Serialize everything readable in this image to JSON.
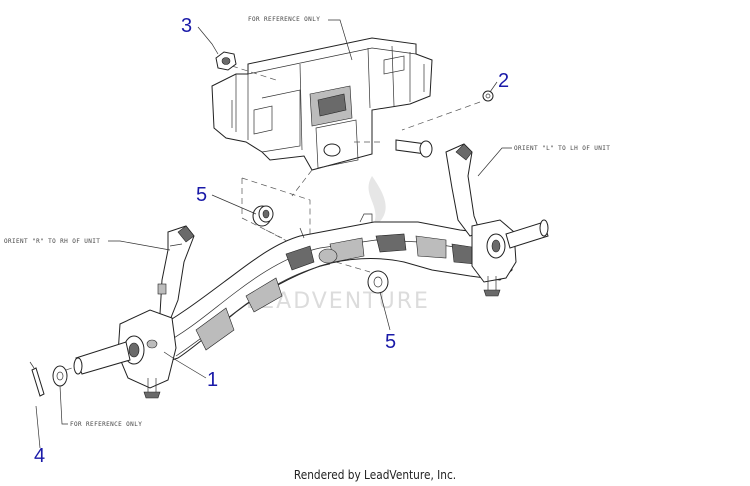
{
  "callouts": [
    "1",
    "2",
    "3",
    "4",
    "5",
    "5"
  ],
  "notes": {
    "ref_top": "FOR REFERENCE ONLY",
    "ref_bottom": "FOR REFERENCE ONLY",
    "orient_left": "ORIENT \"L\" TO LH OF UNIT",
    "orient_right": "ORIENT \"R\" TO RH OF UNIT"
  },
  "watermark": "LEADVENTURE",
  "footer": "Rendered by LeadVenture, Inc.",
  "colors": {
    "callout": "#1a1aa8",
    "lines": "#222222",
    "shade": "#6a6a6a"
  }
}
